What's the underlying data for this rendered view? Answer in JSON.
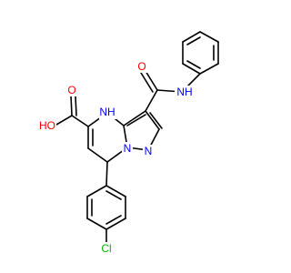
{
  "molecule": {
    "colors": {
      "bond": "#000000",
      "carbon": "#000000",
      "nitrogen": "#0000ff",
      "oxygen": "#ff0000",
      "chlorine": "#00b400"
    },
    "labels": {
      "carboxyl_oh": "HO",
      "carboxyl_o": "O",
      "ring_nh": "NH",
      "ring_n_bridge": "N",
      "ring_n_pyrazole": "N",
      "amide_o": "O",
      "amide_nh": "NH",
      "chlorine": "Cl"
    }
  }
}
